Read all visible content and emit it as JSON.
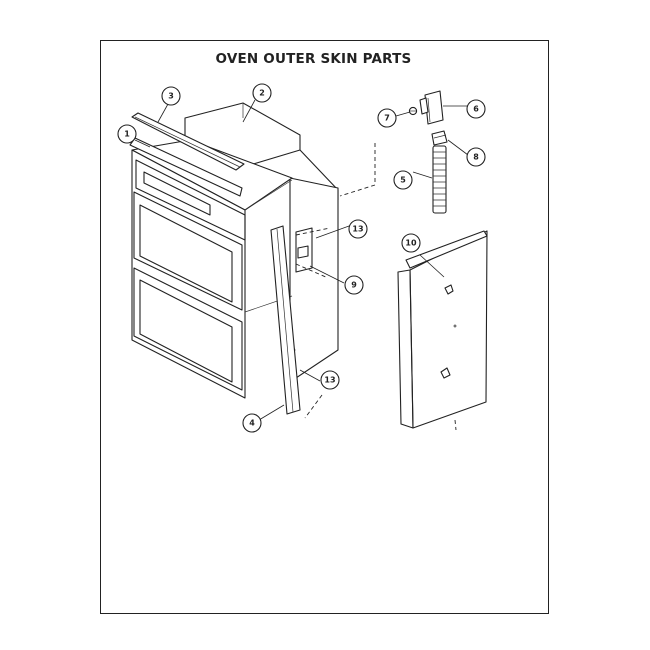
{
  "title": "OVEN OUTER SKIN PARTS",
  "callouts": {
    "c1": "1",
    "c2": "2",
    "c3": "3",
    "c4": "4",
    "c5": "5",
    "c6": "6",
    "c7": "7",
    "c8": "8",
    "c9": "9",
    "c10": "10",
    "c13a": "13",
    "c13b": "13"
  }
}
